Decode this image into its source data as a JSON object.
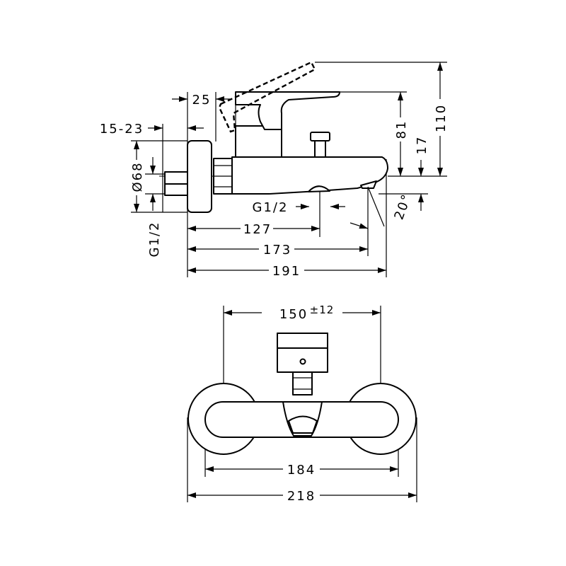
{
  "side_view": {
    "dim_25": "25",
    "dim_15_23": "15-23",
    "dim_diameter": "Ø68",
    "dim_g12_vertical": "G1/2",
    "dim_g12_horizontal": "G1/2",
    "dim_20deg": "20°",
    "dim_127": "127",
    "dim_173": "173",
    "dim_191": "191",
    "dim_81": "81",
    "dim_17": "17",
    "dim_110": "110"
  },
  "front_view": {
    "dim_150": "150",
    "dim_150_tol": "±12",
    "dim_184": "184",
    "dim_218": "218"
  }
}
